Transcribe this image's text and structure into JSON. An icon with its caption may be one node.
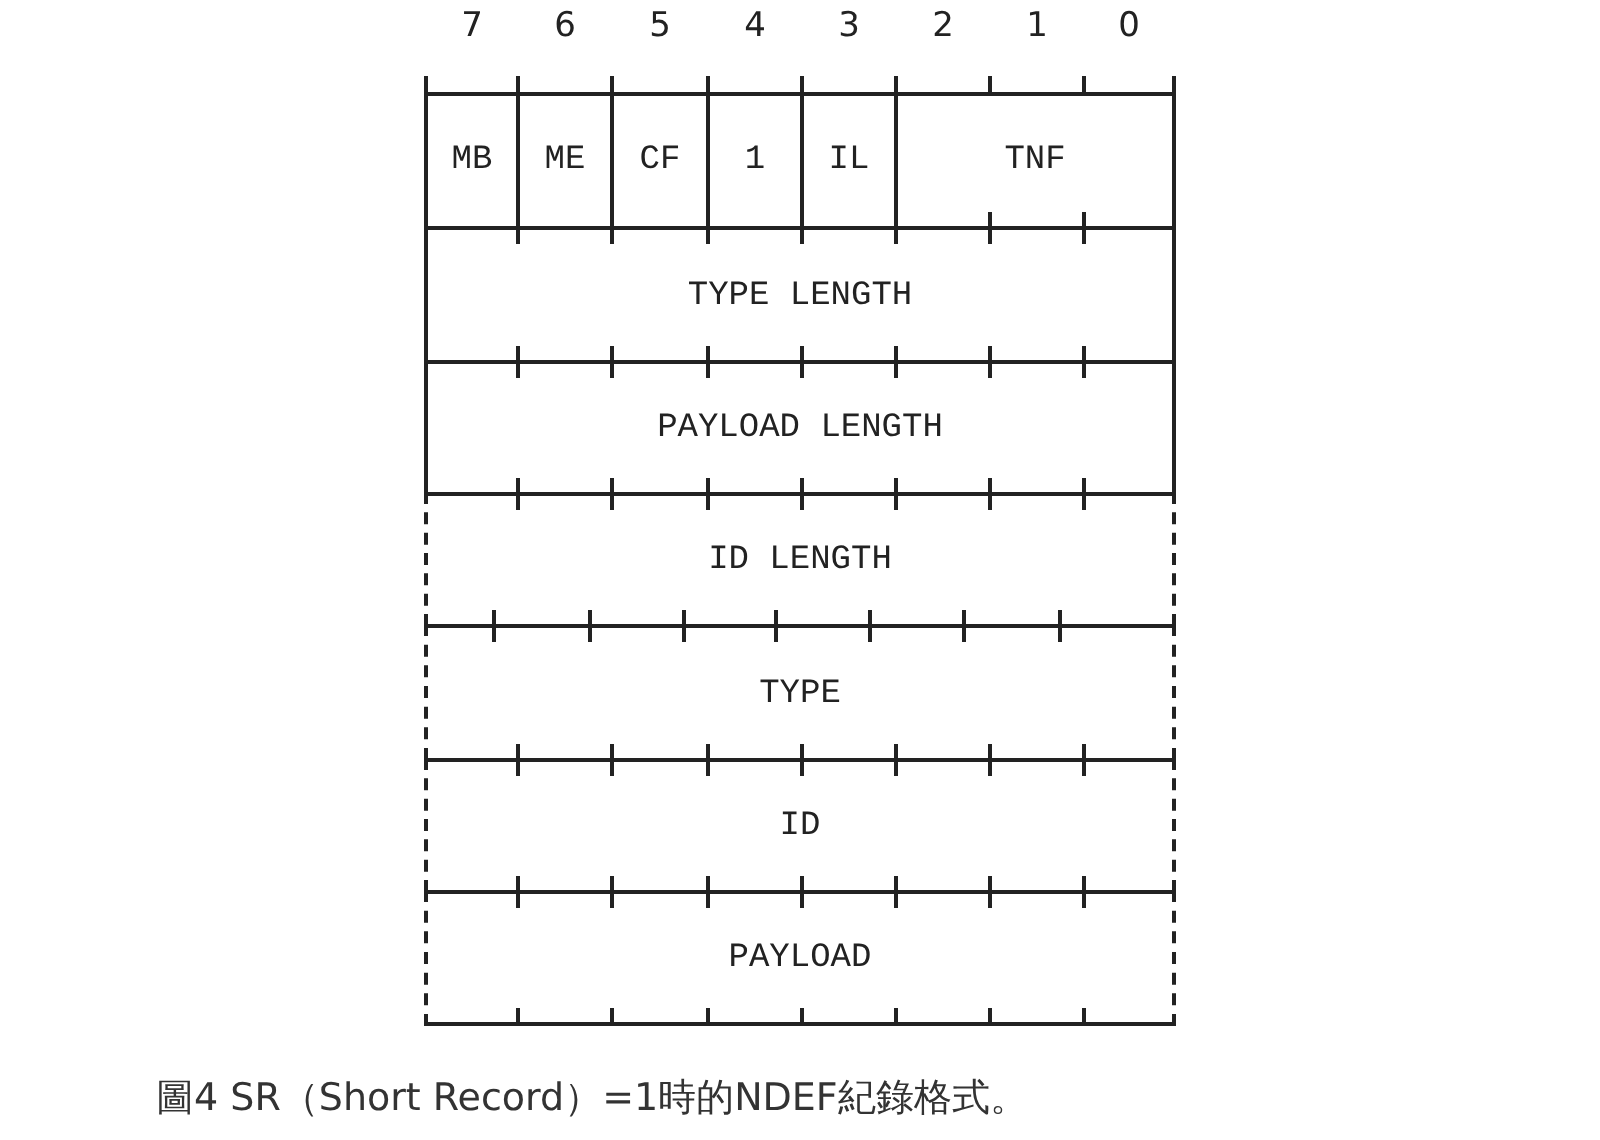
{
  "diagram": {
    "caption": "圖4 SR（Short Record）=1時的NDEF紀錄格式。",
    "nodes": [
      {
        "text": [
          "MB"
        ]
      },
      {
        "text": [
          "ME"
        ]
      },
      {
        "text": [
          "CF"
        ]
      },
      {
        "text": [
          "1"
        ]
      },
      {
        "text": [
          "IL"
        ]
      },
      {
        "text": [
          "TNF"
        ]
      },
      {
        "text": [
          "TYPE LENGTH"
        ]
      },
      {
        "text": [
          "PAYLOAD LENGTH"
        ]
      },
      {
        "text": [
          "ID LENGTH"
        ]
      },
      {
        "text": [
          "TYPE"
        ]
      },
      {
        "text": [
          "ID"
        ]
      },
      {
        "text": [
          "PAYLOAD"
        ]
      }
    ],
    "edges": [],
    "labels": [
      "7",
      "6",
      "5",
      "4",
      "3",
      "2",
      "1",
      "0"
    ]
  }
}
